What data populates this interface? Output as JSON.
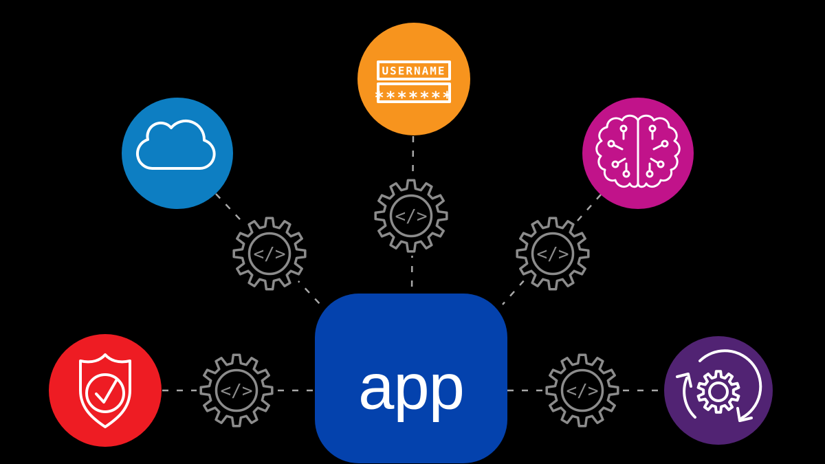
{
  "background_color": "#000000",
  "app": {
    "label": "app",
    "color": "#0442AD",
    "text_color": "#FFFFFF"
  },
  "connectors": {
    "color": "#A8A8A8",
    "style": "dashed"
  },
  "api_gear": {
    "label": "</>",
    "color": "#8C8C8C"
  },
  "nodes": {
    "auth": {
      "icon": "username-password-icon",
      "username_label": "USERNAME",
      "password_mask": "*******",
      "color": "#F7941E"
    },
    "cloud": {
      "icon": "cloud-icon",
      "color": "#0D7EC2"
    },
    "ai": {
      "icon": "brain-circuit-icon",
      "color": "#C1138A"
    },
    "security": {
      "icon": "shield-check-icon",
      "color": "#EE1C23"
    },
    "devops": {
      "icon": "gear-sync-icon",
      "color": "#512373"
    }
  },
  "icon_stroke_color": "#FFFFFF"
}
